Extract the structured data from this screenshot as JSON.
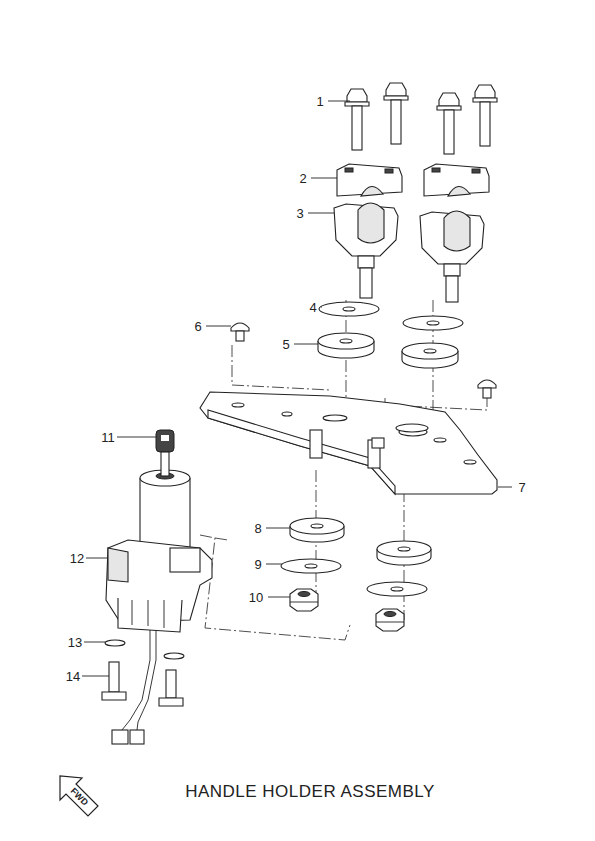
{
  "diagram": {
    "title": "HANDLE HOLDER ASSEMBLY",
    "labels": [
      "1",
      "2",
      "3",
      "4",
      "5",
      "6",
      "7",
      "8",
      "9",
      "10",
      "11",
      "12",
      "13",
      "14",
      "FWD"
    ]
  }
}
